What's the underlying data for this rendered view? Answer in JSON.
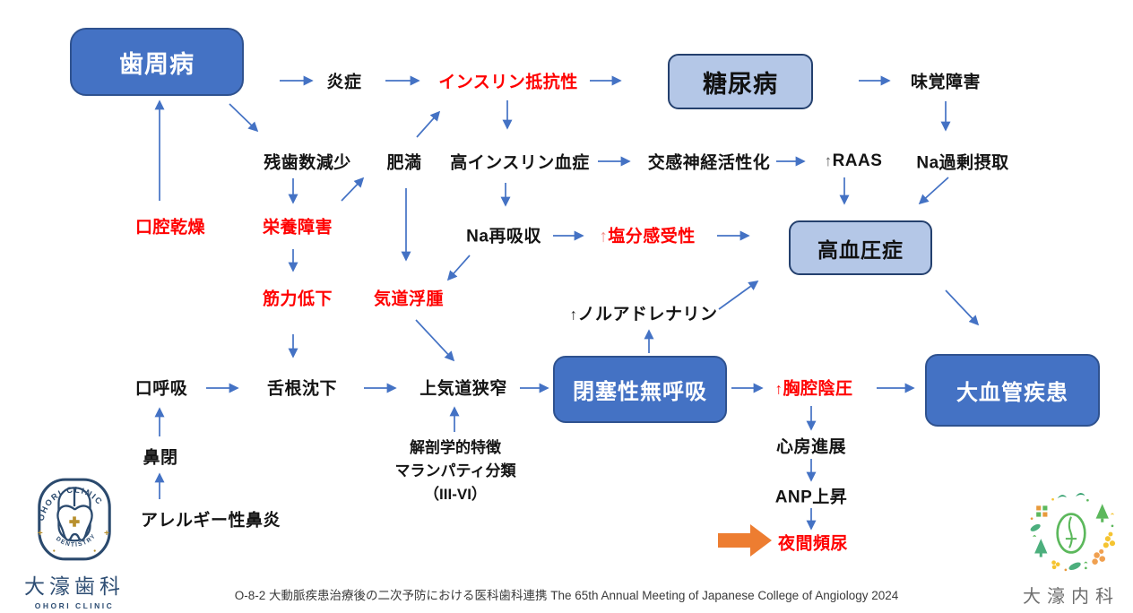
{
  "diagram": {
    "boxes": {
      "periodontal": {
        "label": "歯周病"
      },
      "diabetes": {
        "label": "糖尿病"
      },
      "hypertension": {
        "label": "高血圧症"
      },
      "osa": {
        "label": "閉塞性無呼吸"
      },
      "macrovascular": {
        "label": "大血管疾患"
      }
    },
    "labels": {
      "inflammation": "炎症",
      "insulin_resistance": "インスリン抵抗性",
      "taste_disorder": "味覚障害",
      "remaining_teeth": "残歯数減少",
      "obesity": "肥満",
      "hyperinsulinemia": "高インスリン血症",
      "sympathetic_activation": "交感神経活性化",
      "raas": {
        "arrow": "↑",
        "text": "RAAS"
      },
      "na_intake": "Na過剰摂取",
      "dry_mouth": "口腔乾燥",
      "malnutrition": "栄養障害",
      "na_reabsorption": "Na再吸収",
      "salt_sensitivity": {
        "arrow": "↑",
        "text": "塩分感受性"
      },
      "muscle_weakness": "筋力低下",
      "airway_edema": "気道浮腫",
      "noradrenaline": {
        "arrow": "↑",
        "text": "ノルアドレナリン"
      },
      "mouth_breathing": "口呼吸",
      "tongue_sinking": "舌根沈下",
      "upper_airway_narrowing": "上気道狭窄",
      "thoracic_pressure": {
        "arrow": "↑",
        "text": "胸腔陰圧"
      },
      "nasal_obstruction": "鼻閉",
      "allergic_rhinitis": "アレルギー性鼻炎",
      "anatomical": {
        "line1": "解剖学的特徴",
        "line2": "マランパティ分類",
        "line3": "（III-VI）"
      },
      "atrial_extension": "心房進展",
      "anp_rise": "ANP上昇",
      "nocturia": "夜間頻尿"
    },
    "colors": {
      "box_blue": "#4472C4",
      "box_light_blue": "#B4C7E7",
      "box_border": "#2F528F",
      "arrow_blue": "#4472C4",
      "highlight_red": "#FF0000",
      "block_arrow_orange": "#ED7D31"
    }
  },
  "footer": {
    "caption": "O-8-2 大動脈疾患治療後の二次予防における医科歯科連携 The 65th Annual Meeting of Japanese College of Angiology 2024"
  },
  "logos": {
    "dental": {
      "badge_top": "OHORI CLINIC",
      "badge_bottom": "DENTISTRY",
      "name_jp": "大濠歯科",
      "name_en": "OHORI CLINIC"
    },
    "internal_medicine": {
      "name_jp": "大濠内科"
    }
  }
}
